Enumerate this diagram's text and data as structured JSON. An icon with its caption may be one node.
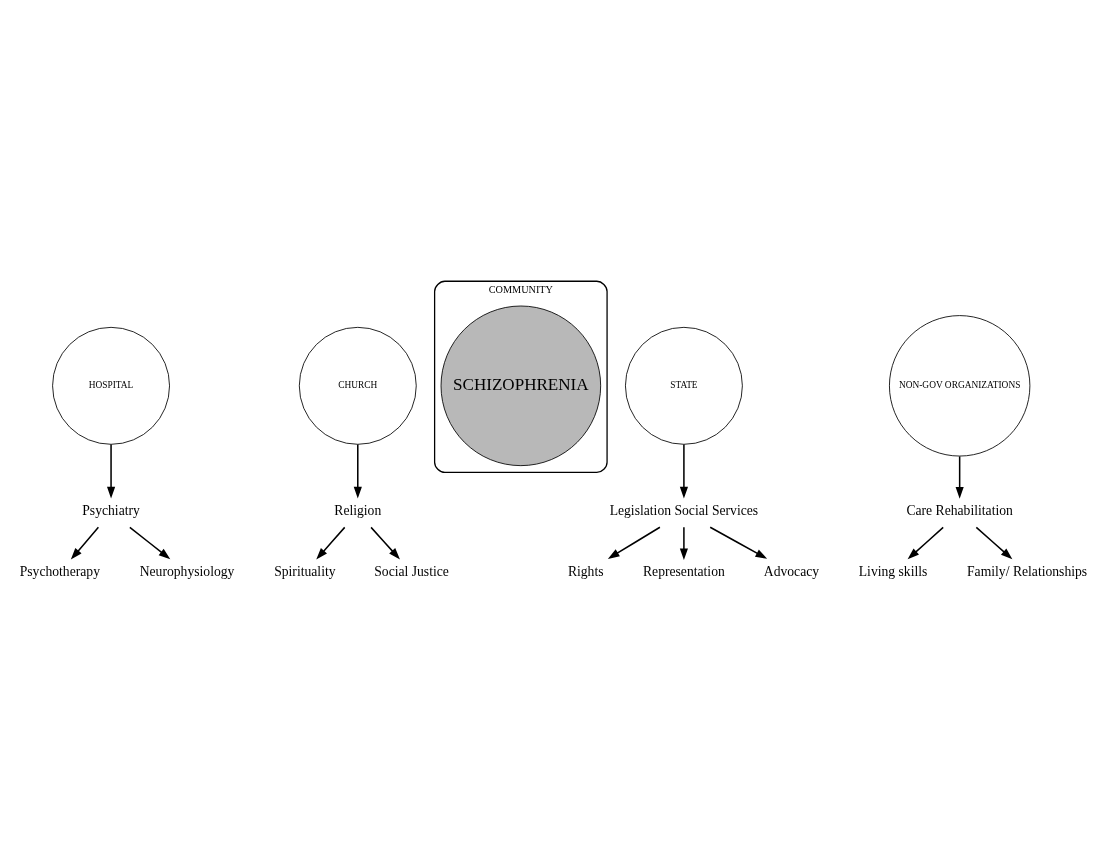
{
  "diagram": {
    "nodes": [
      {
        "text": [
          "Psychotherapy"
        ]
      },
      {
        "text": [
          "Neurophysiology"
        ]
      },
      {
        "text": [
          "Spirituality"
        ]
      },
      {
        "text": [
          "Social Justice"
        ]
      },
      {
        "text": [
          "Psychiatry"
        ]
      },
      {
        "text": [
          "Religion"
        ]
      },
      {
        "text": [
          "COMMUNITY"
        ]
      },
      {
        "text": [
          "HOSPITAL"
        ]
      },
      {
        "text": [
          "CHURCH"
        ]
      },
      {
        "text": [
          "SCHIZOPHRENIA"
        ],
        "in": 6
      },
      {
        "text": [
          "STATE"
        ]
      },
      {
        "text": [
          "NON-GOV ORGANIZATIONS"
        ]
      },
      {
        "text": [
          "Legislation Social Services"
        ]
      },
      {
        "text": [
          "Care Rehabilitation"
        ]
      },
      {
        "text": [
          "Rights"
        ]
      },
      {
        "text": [
          "Representation"
        ]
      },
      {
        "text": [
          "Living skills"
        ]
      },
      {
        "text": [
          "Advocacy"
        ]
      },
      {
        "text": [
          "Family/ Relationships"
        ]
      }
    ],
    "edges": [
      {
        "from": 4,
        "to": 0,
        "arrow": "to"
      },
      {
        "from": 4,
        "to": 1,
        "arrow": "to"
      },
      {
        "from": 5,
        "to": 2,
        "arrow": "to"
      },
      {
        "from": 5,
        "to": 3,
        "arrow": "to"
      },
      {
        "from": 7,
        "to": 4,
        "arrow": "to"
      },
      {
        "from": 8,
        "to": 5,
        "arrow": "to"
      },
      {
        "from": 10,
        "to": 12,
        "arrow": "to"
      },
      {
        "from": 11,
        "to": 13,
        "arrow": "to"
      },
      {
        "from": 12,
        "to": 14,
        "arrow": "to"
      },
      {
        "from": 12,
        "to": 17,
        "arrow": "to"
      },
      {
        "from": 12,
        "to": 15,
        "arrow": "to"
      },
      {
        "from": 13,
        "to": 16,
        "arrow": "to"
      },
      {
        "from": 13,
        "to": 18,
        "arrow": "to"
      }
    ]
  }
}
